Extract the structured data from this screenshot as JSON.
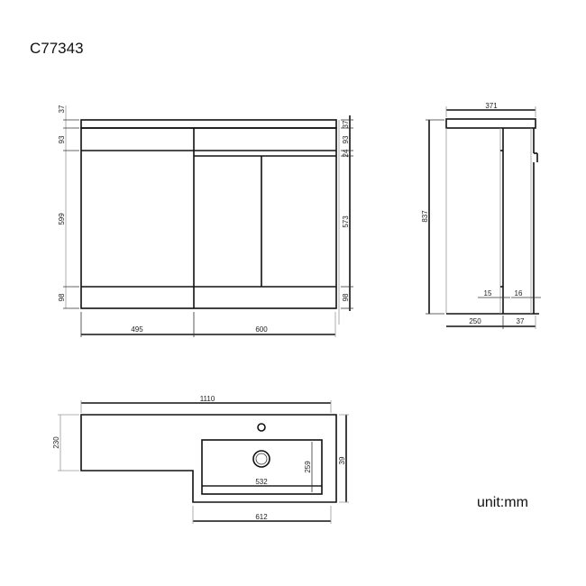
{
  "title": "C77343",
  "unit_label": "unit:mm",
  "front_view": {
    "left_dims": [
      "37",
      "93",
      "599",
      "98"
    ],
    "right_dims": [
      "37",
      "93",
      "24",
      "573",
      "98"
    ],
    "bottom_dims": [
      "495",
      "600"
    ]
  },
  "side_view": {
    "top_dim": "371",
    "height_dim": "837",
    "bottom_dims": [
      "250",
      "37"
    ],
    "inner_dims": [
      "15",
      "16"
    ]
  },
  "top_view": {
    "width_dim": "1110",
    "left_depth_dim": "230",
    "right_depth_dim": "39",
    "basin_width_dim": "532",
    "basin_depth_dim": "259",
    "right_section_dim": "612"
  }
}
